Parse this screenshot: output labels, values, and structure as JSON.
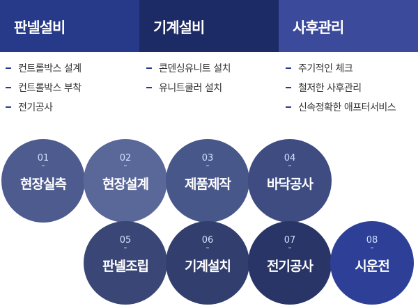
{
  "columns": [
    {
      "title": "판넬설비",
      "color": "#273a8a",
      "items": [
        "컨트롤박스 설계",
        "컨트롤박스 부착",
        "전기공사"
      ]
    },
    {
      "title": "기계설비",
      "color": "#1c2a66",
      "items": [
        "콘덴싱유니트 설치",
        "유니트쿨러 설치"
      ]
    },
    {
      "title": "사후관리",
      "color": "#3b4a9a",
      "items": [
        "주기적인 체크",
        "철저한 사후관리",
        "신속정확한 애프터서비스"
      ]
    }
  ],
  "steps": [
    {
      "num": "01",
      "label": "현장실측",
      "color": "#4d5b8f"
    },
    {
      "num": "02",
      "label": "현장설계",
      "color": "#5a6799"
    },
    {
      "num": "03",
      "label": "제품제작",
      "color": "#48578a"
    },
    {
      "num": "04",
      "label": "바닥공사",
      "color": "#3e4c82"
    },
    {
      "num": "05",
      "label": "판넬조립",
      "color": "#3a4776"
    },
    {
      "num": "06",
      "label": "기계설치",
      "color": "#323f6e"
    },
    {
      "num": "07",
      "label": "전기공사",
      "color": "#283566"
    },
    {
      "num": "08",
      "label": "시운전",
      "color": "#2e3f98"
    }
  ]
}
